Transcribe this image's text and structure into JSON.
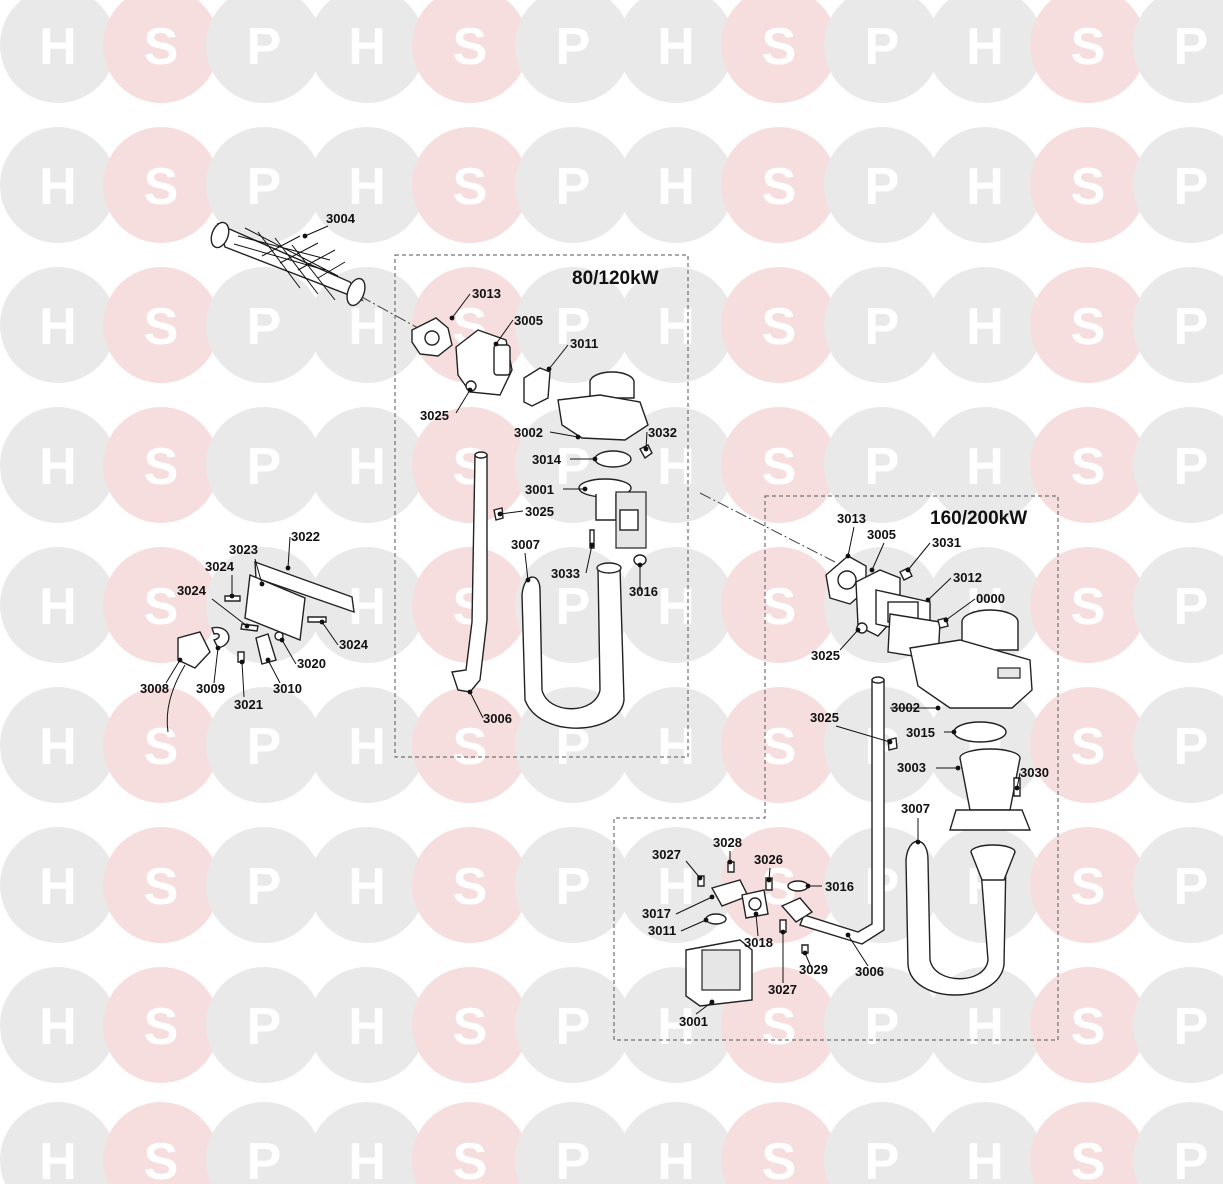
{
  "watermark": {
    "letters": [
      "H",
      "S",
      "P"
    ],
    "colors": {
      "h": "#e9e9e9",
      "s": "#f7dede",
      "p": "#e9e9e9"
    }
  },
  "boxes": {
    "small": {
      "title": "80/120kW"
    },
    "large": {
      "title": "160/200kW"
    }
  },
  "labels": {
    "p3004": "3004",
    "p3013a": "3013",
    "p3005a": "3005",
    "p3011a": "3011",
    "p3025a": "3025",
    "p3002a": "3002",
    "p3032": "3032",
    "p3014": "3014",
    "p3001a": "3001",
    "p3025b": "3025",
    "p3007a": "3007",
    "p3033": "3033",
    "p3016a": "3016",
    "p3006a": "3006",
    "p3022": "3022",
    "p3023": "3023",
    "p3024a": "3024",
    "p3024b": "3024",
    "p3024c": "3024",
    "p3020": "3020",
    "p3008": "3008",
    "p3009": "3009",
    "p3010": "3010",
    "p3021": "3021",
    "p3013b": "3013",
    "p3005b": "3005",
    "p3031": "3031",
    "p3012": "3012",
    "p0000": "0000",
    "p3025c": "3025",
    "p3002b": "3002",
    "p3025d": "3025",
    "p3015": "3015",
    "p3003": "3003",
    "p3030": "3030",
    "p3007b": "3007",
    "p3027a": "3027",
    "p3028": "3028",
    "p3026": "3026",
    "p3016b": "3016",
    "p3017": "3017",
    "p3011b": "3011",
    "p3018": "3018",
    "p3029": "3029",
    "p3027b": "3027",
    "p3006b": "3006",
    "p3001b": "3001"
  }
}
